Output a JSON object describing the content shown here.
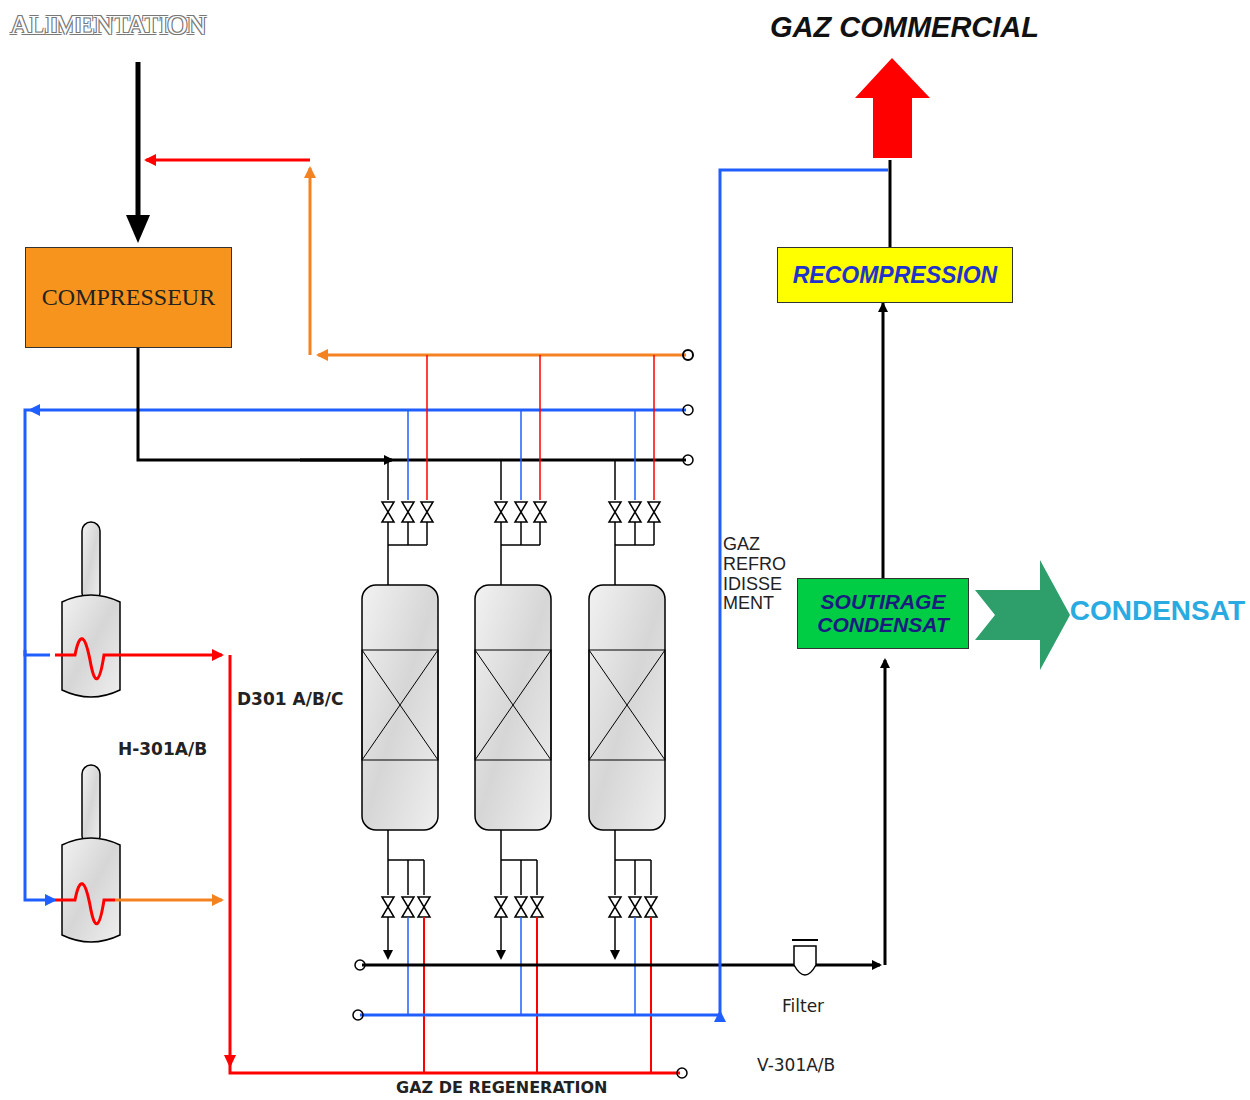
{
  "diagram": {
    "nodes": [
      {
        "text": [
          "COMPRESSEUR"
        ]
      },
      {
        "text": [
          "RECOMPRESSION"
        ]
      },
      {
        "text": [
          "SOUTIRAGE CONDENSAT"
        ]
      }
    ],
    "edges": [
      {
        "from": 2,
        "to": 1,
        "arrow": "to"
      }
    ],
    "labels": [
      "ALIMENTATION",
      "GAZ COMMERCIAL",
      "CONDENSAT",
      "GAZ REFRO IDISSE MENT",
      "D301 A/B/C",
      "H-301A/B",
      "Filter",
      "V-301A/B",
      "GAZ DE REGENERATION"
    ]
  }
}
